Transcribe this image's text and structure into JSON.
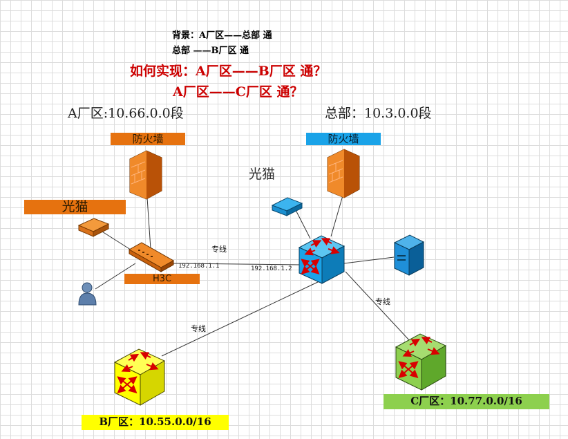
{
  "background": {
    "line1": "背景：A厂区——总部   通",
    "line2": "总部 ——B厂区  通"
  },
  "question": {
    "line1": "如何实现：A厂区——B厂区 通？",
    "line2": "A厂区——C厂区 通？",
    "color": "#cc0000"
  },
  "segments": {
    "a_title": "A厂区:10.66.0.0段",
    "hq_title": "总部：10.3.0.0段"
  },
  "labels": {
    "firewall_a": "防火墙",
    "firewall_hq": "防火墙",
    "modem_a": "光猫",
    "modem_hq": "光猫",
    "h3c": "H3C",
    "leased_a_hq": "专线",
    "leased_hq_b": "专线",
    "leased_hq_c": "专线",
    "ip_a": "192.168.1.1",
    "ip_hq": "192.168.1.2",
    "net_b": "B厂区：10.55.0.0/16",
    "net_c": "C厂区：10.77.0.0/16"
  },
  "colors": {
    "orange": "#e6720f",
    "blue": "#1aa3e8",
    "yellow": "#ffff00",
    "green": "#8dd04e",
    "server": "#1f8fd8"
  },
  "icons": {
    "firewall": "firewall-icon",
    "modem": "modem-icon",
    "switch": "switch-icon",
    "router": "router-icon",
    "server": "server-icon",
    "user": "user-icon"
  }
}
